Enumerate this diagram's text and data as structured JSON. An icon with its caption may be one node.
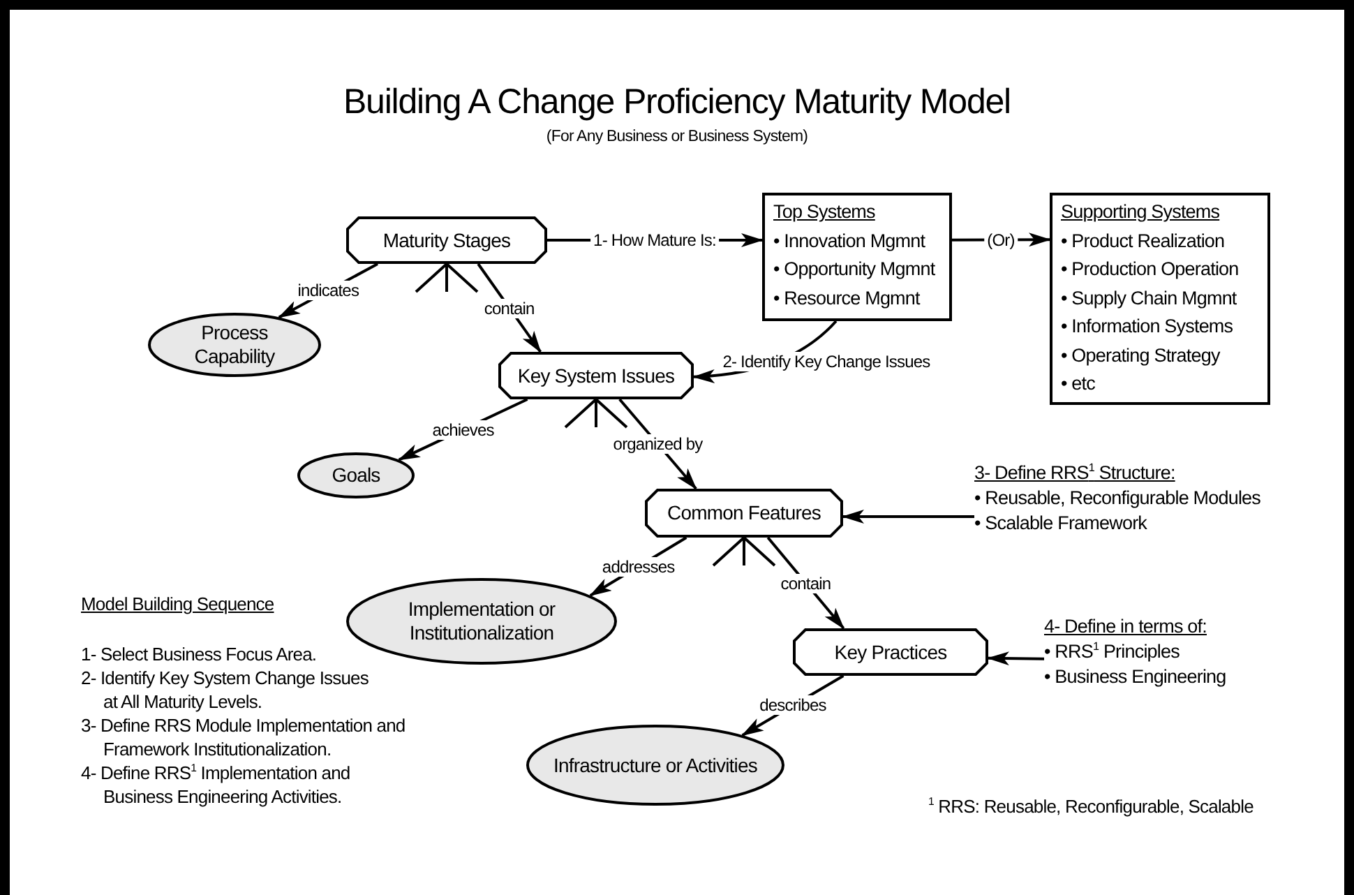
{
  "diagram": {
    "title": "Building A Change Proficiency Maturity Model",
    "nodes": [
      {
        "text": [
          "Maturity Stages"
        ]
      },
      {
        "text": [
          "Top Systems",
          "• Innovation Mgmnt",
          "• Opportunity Mgmnt",
          "• Resource Mgmnt"
        ]
      },
      {
        "text": [
          "Supporting Systems",
          "• Product Realization",
          "• Production Operation",
          "• Supply Chain Mgmnt",
          "• Information Systems",
          "• Operating Strategy",
          "• etc"
        ]
      },
      {
        "text": [
          "Process Capability"
        ]
      },
      {
        "text": [
          "Key System Issues"
        ]
      },
      {
        "text": [
          "Goals"
        ]
      },
      {
        "text": [
          "Common Features"
        ]
      },
      {
        "text": [
          "3- Define RRS$^{1}$ Structure:",
          "• Reusable, Reconfigurable Modules",
          "• Scalable Framework"
        ]
      },
      {
        "text": [
          "Implementation or Institutionalization"
        ]
      },
      {
        "text": [
          "Key Practices"
        ]
      },
      {
        "text": [
          "4- Define in terms of:",
          "• RRS$^{1}$ Principles",
          "• Business Engineering"
        ]
      },
      {
        "text": [
          "Infrastructure or Activities"
        ]
      }
    ],
    "edges": [
      {
        "from": 0,
        "to": 3,
        "arrow": "to",
        "label": "indicates"
      },
      {
        "from": 0,
        "to": 4,
        "arrow": "to",
        "label": "contain"
      },
      {
        "from": 0,
        "to": 1,
        "arrow": "to",
        "label": "1- How Mature Is:"
      },
      {
        "from": 1,
        "to": 2,
        "arrow": "to",
        "label": "(Or)"
      },
      {
        "from": 1,
        "to": 4,
        "arrow": "to",
        "label": "2- Identify Key Change Issues"
      },
      {
        "from": 4,
        "to": 5,
        "arrow": "to",
        "label": "achieves"
      },
      {
        "from": 4,
        "to": 6,
        "arrow": "to",
        "label": "organized by"
      },
      {
        "from": 7,
        "to": 6,
        "arrow": "to"
      },
      {
        "from": 6,
        "to": 8,
        "arrow": "to",
        "label": "addresses"
      },
      {
        "from": 6,
        "to": 9,
        "arrow": "to",
        "label": "contain"
      },
      {
        "from": 10,
        "to": 9,
        "arrow": "to"
      },
      {
        "from": 9,
        "to": 11,
        "arrow": "to",
        "label": "describes"
      }
    ],
    "labels": [
      "(For Any Business or Business System)",
      "Model Building Sequence",
      "1- Select Business Focus Area.",
      "2- Identify Key System Change Issues at All Maturity Levels.",
      "3- Define RRS Module Implementation and Framework Institutionalization.",
      "4- Define RRS$^{1}$ Implementation and Business Engineering Activities.",
      "$^{1}$ RRS: Reusable, Reconfigurable, Scalable"
    ]
  }
}
